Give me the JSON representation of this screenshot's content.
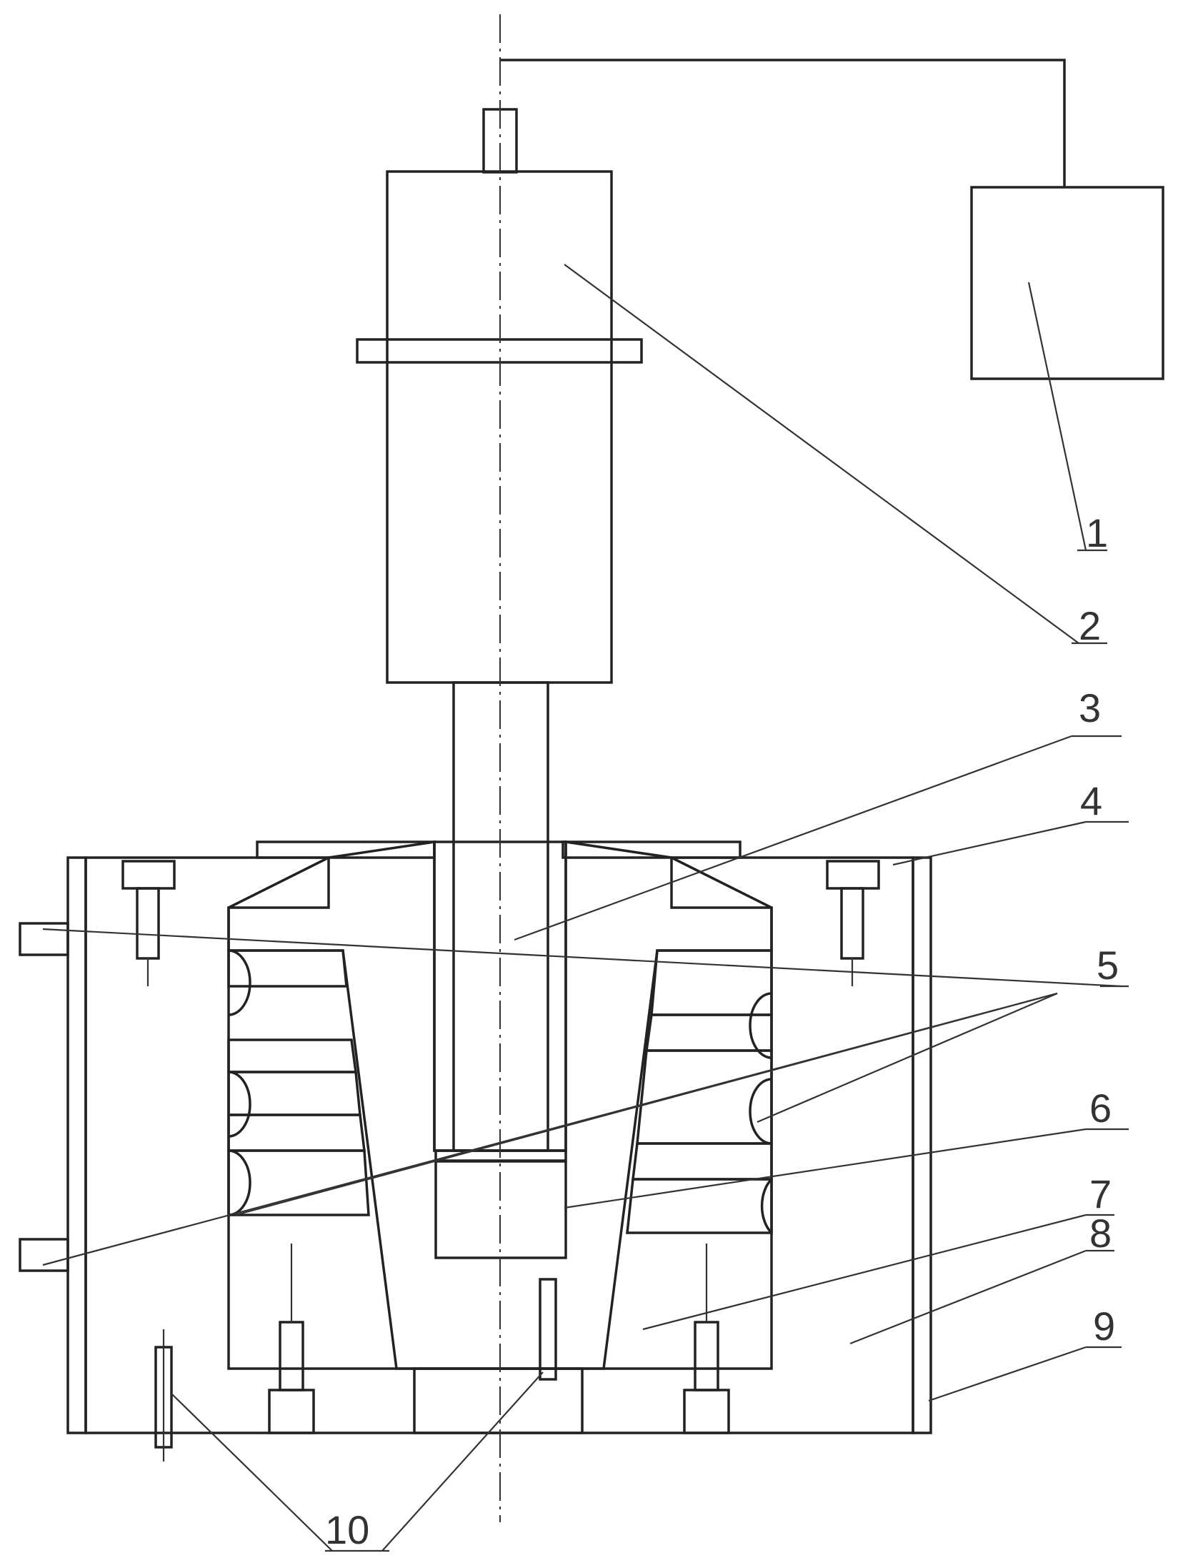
{
  "labels": {
    "l1": "1",
    "l2": "2",
    "l3": "3",
    "l4": "4",
    "l5": "5",
    "l6": "6",
    "l7": "7",
    "l8": "8",
    "l9": "9",
    "l10": "10"
  },
  "colors": {
    "line": "#333333",
    "sample_fill": "#3a3a3a",
    "background": "#ffffff"
  }
}
